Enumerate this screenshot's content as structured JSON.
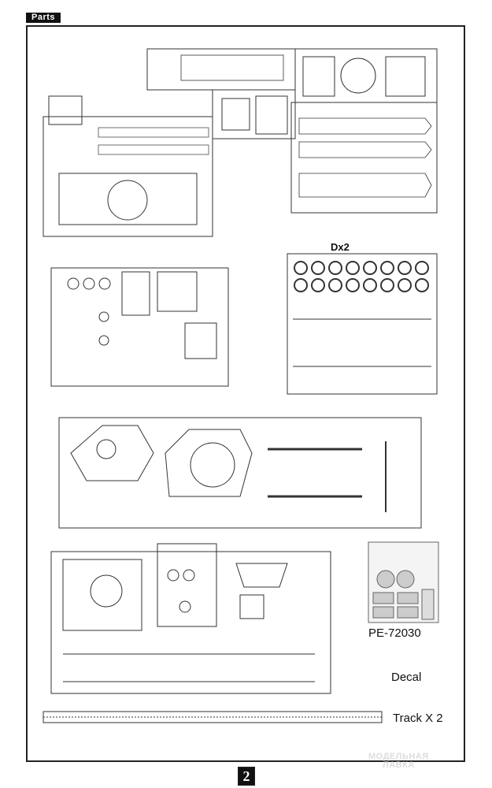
{
  "header": {
    "title": "Parts"
  },
  "labels": {
    "sprue_d_count": "Dx2",
    "photo_etch": "PE-72030",
    "decal": "Decal",
    "track": "Track X 2"
  },
  "page_number": "2",
  "watermark": {
    "line1": "МОДЕЛЬНАЯ",
    "line2": "ЛАВКА"
  }
}
